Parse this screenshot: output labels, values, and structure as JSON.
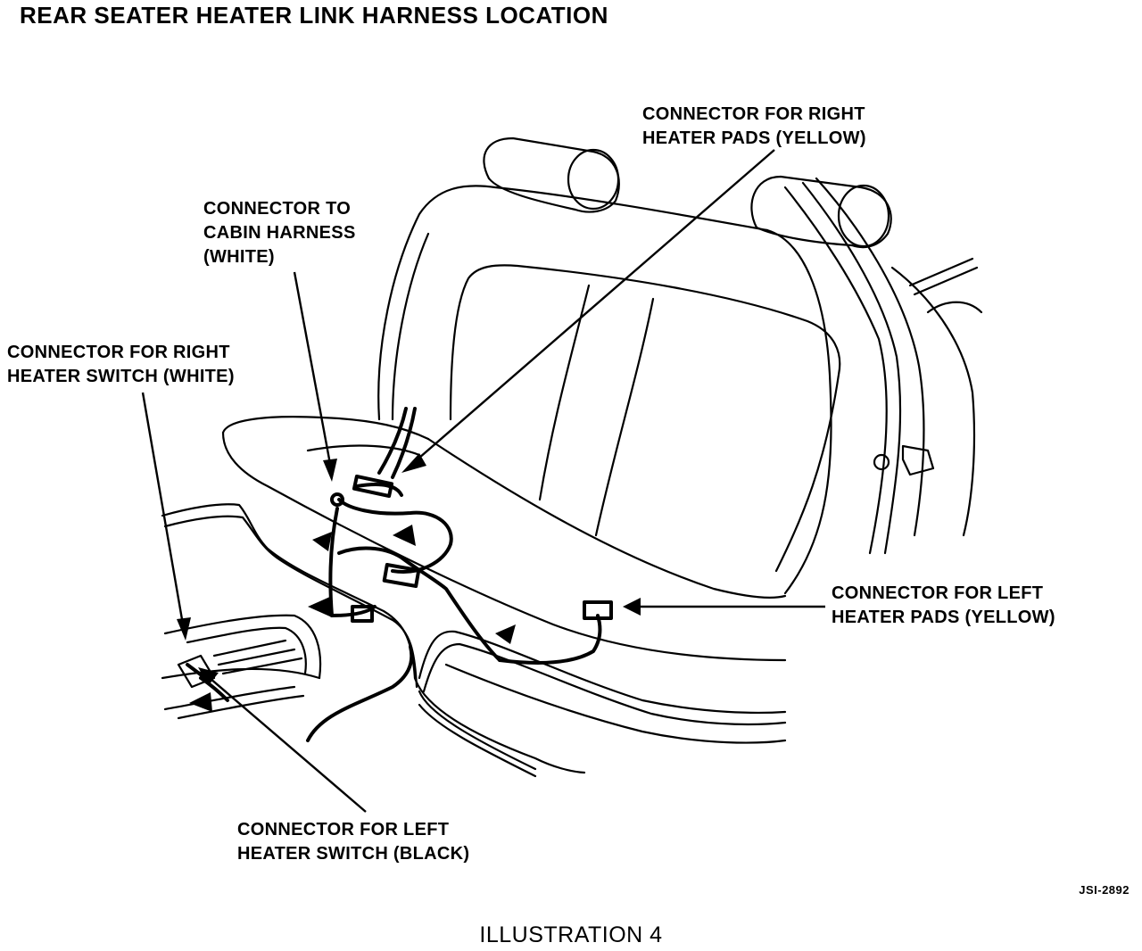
{
  "title": "REAR SEATER HEATER LINK HARNESS LOCATION",
  "labels": {
    "right_heater_pads": [
      "CONNECTOR FOR RIGHT",
      "HEATER PADS (YELLOW)"
    ],
    "cabin_harness": [
      "CONNECTOR TO",
      "CABIN HARNESS",
      "(WHITE)"
    ],
    "right_heater_switch": [
      "CONNECTOR FOR RIGHT",
      "HEATER SWITCH (WHITE)"
    ],
    "left_heater_pads": [
      "CONNECTOR FOR LEFT",
      "HEATER PADS (YELLOW)"
    ],
    "left_heater_switch": [
      "CONNECTOR FOR LEFT",
      "HEATER SWITCH (BLACK)"
    ]
  },
  "figure_code": "JSI-2892",
  "caption": "ILLUSTRATION 4",
  "colors": {
    "ink": "#000000",
    "paper": "#ffffff"
  }
}
